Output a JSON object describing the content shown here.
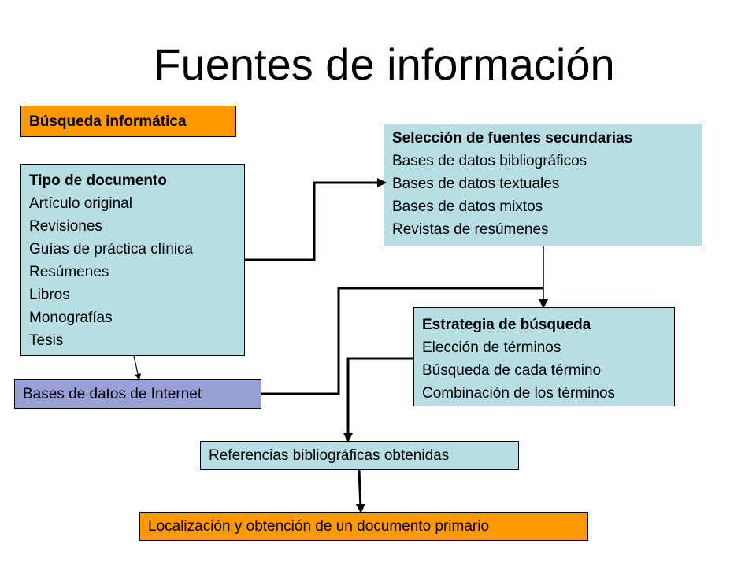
{
  "title": "Fuentes de información",
  "boxes": {
    "busqueda": {
      "lines": [
        "Búsqueda informática"
      ]
    },
    "tipo": {
      "heading": "Tipo de documento",
      "lines": [
        "Artículo original",
        "Revisiones",
        "Guías de práctica clínica",
        "Resúmenes",
        "Libros",
        "Monografías",
        "Tesis"
      ]
    },
    "seleccion": {
      "heading": "Selección de fuentes secundarias",
      "lines": [
        "Bases de datos bibliográficos",
        "Bases de datos textuales",
        "Bases de datos mixtos",
        "Revistas de resúmenes"
      ]
    },
    "estrategia": {
      "heading": "Estrategia de búsqueda",
      "lines": [
        "Elección de términos",
        "Búsqueda de cada término",
        "Combinación de los términos"
      ]
    },
    "bases_internet": {
      "lines": [
        "Bases de datos de Internet"
      ]
    },
    "referencias": {
      "lines": [
        "Referencias bibliográficas obtenidas"
      ]
    },
    "localizacion": {
      "lines": [
        "Localización y obtención de un documento primario"
      ]
    }
  },
  "colors": {
    "orange": "#ff9900",
    "teal": "#b7dfe3",
    "lavender": "#99a0d6",
    "connector": "#000000"
  }
}
